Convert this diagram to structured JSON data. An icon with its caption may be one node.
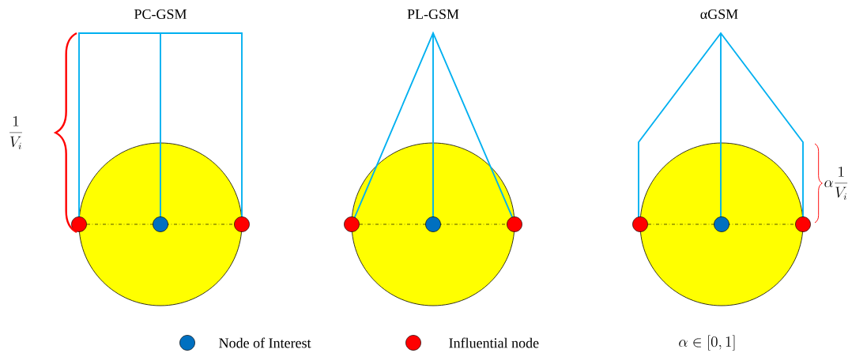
{
  "diagram": {
    "labels": [
      "PC-GSM",
      "PL-GSM",
      "αGSM",
      "\\frac{1}{V_i}",
      "\\alpha\\frac{1}{V_i}",
      "\\alpha \\in [0,1]"
    ],
    "legend": [
      {
        "text": "Node of Interest",
        "color": "#0070c0"
      },
      {
        "text": "Influential node",
        "color": "#ff0000"
      }
    ]
  }
}
